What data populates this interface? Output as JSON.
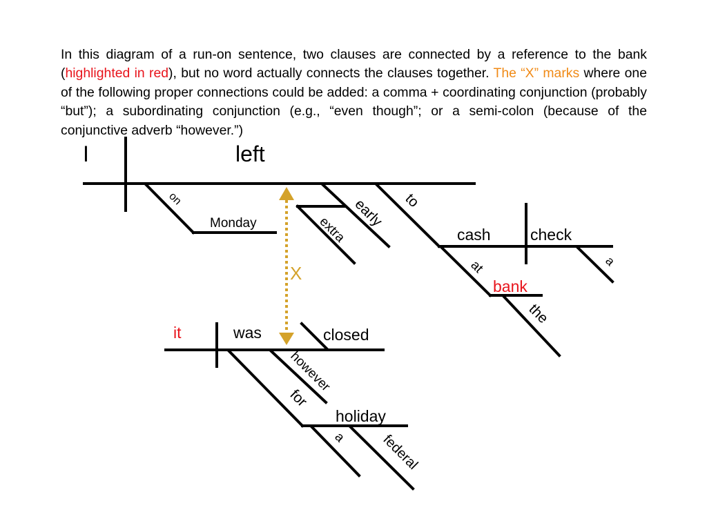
{
  "caption": {
    "part1": "In this diagram of a run-on sentence, two clauses are connected by a reference to the bank (",
    "highlight1": "highlighted in red",
    "part2": "), but no word actually connects the clauses together. ",
    "highlight2": "The “X” marks",
    "part3": " where one of the following proper connections could be added:  a comma + coordinating conjunction (probably “but”); a subordinating conjunction (e.g., “even though”; or a semi-colon (because of the conjunctive adverb “however.”)"
  },
  "colors": {
    "text": "#000000",
    "highlight_red": "#e8141c",
    "highlight_orange": "#f08a16",
    "arrow": "#d4a22a"
  },
  "diagram": {
    "clause1": {
      "subject": "I",
      "verb": "left",
      "prep_on": "on",
      "on_object": "Monday",
      "extra": "extra",
      "early": "early",
      "to": "to",
      "cash": "cash",
      "check": "check",
      "a_check": "a",
      "at": "at",
      "bank": "bank",
      "the": "the"
    },
    "clause2": {
      "subject": "it",
      "verb": "was",
      "complement": "closed",
      "however": "however",
      "for": "for",
      "holiday": "holiday",
      "a_holiday": "a",
      "federal": "federal"
    },
    "marker": "X"
  }
}
